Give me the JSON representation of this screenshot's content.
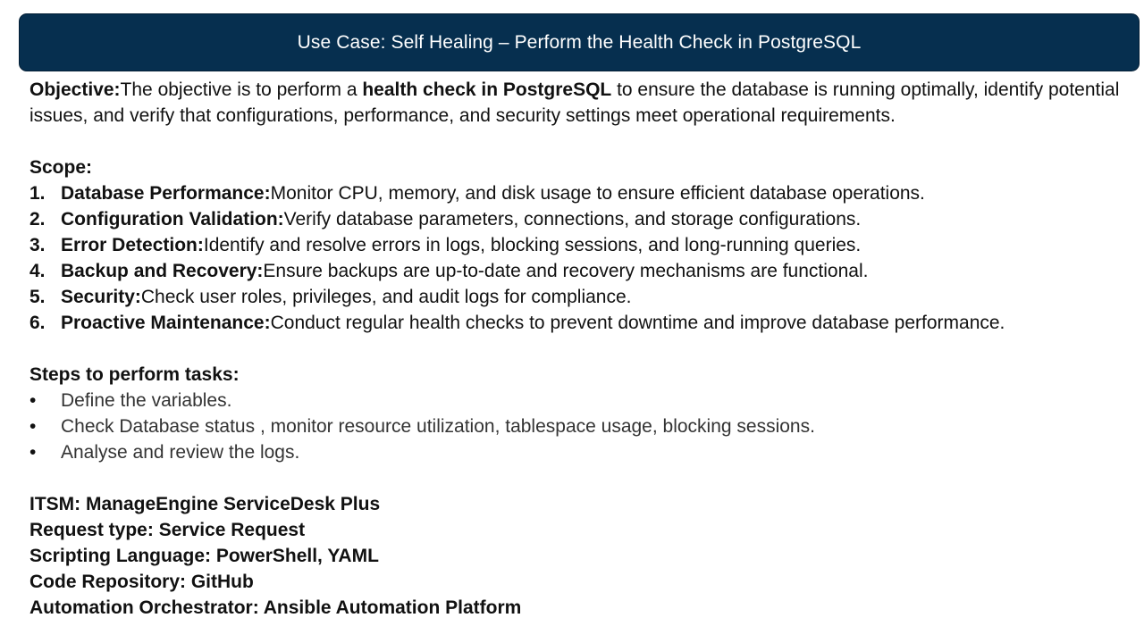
{
  "title": "Use Case: Self Healing – Perform the Health Check in PostgreSQL",
  "objective": {
    "label": "Objective:",
    "text_before": "The objective is to perform a ",
    "bold_phrase": "health check in PostgreSQL",
    "text_after": " to ensure the database is running optimally, identify potential issues, and verify that configurations, performance, and security settings meet operational requirements."
  },
  "scope": {
    "heading": "Scope:",
    "items": [
      {
        "num": "1.",
        "label": "Database Performance:",
        "text": "Monitor CPU, memory, and disk usage to ensure efficient database operations."
      },
      {
        "num": "2.",
        "label": "Configuration Validation:",
        "text": "Verify database parameters, connections, and storage configurations."
      },
      {
        "num": "3.",
        "label": "Error Detection:",
        "text": "Identify and resolve errors in logs, blocking sessions, and long-running queries."
      },
      {
        "num": "4.",
        "label": "Backup and Recovery:",
        "text": "Ensure backups are up-to-date and recovery mechanisms are functional."
      },
      {
        "num": "5.",
        "label": "Security:",
        "text": "Check user roles, privileges, and audit logs for compliance."
      },
      {
        "num": "6.",
        "label": "Proactive Maintenance:",
        "text": "Conduct regular health checks to prevent downtime and improve database performance."
      }
    ]
  },
  "steps": {
    "heading": "Steps to perform tasks:",
    "bullet": "•",
    "items": [
      "Define the variables.",
      "Check Database status , monitor resource utilization, tablespace usage, blocking sessions.",
      "Analyse and review the logs."
    ]
  },
  "meta": {
    "itsm": "ITSM: ManageEngine ServiceDesk Plus",
    "request_type": "Request type: Service Request",
    "scripting_language": "Scripting Language: PowerShell, YAML",
    "code_repository": "Code Repository: GitHub",
    "automation_orchestrator": "Automation Orchestrator: Ansible Automation Platform"
  },
  "colors": {
    "title_bar_bg": "#062f4f",
    "title_text": "#ffffff"
  }
}
